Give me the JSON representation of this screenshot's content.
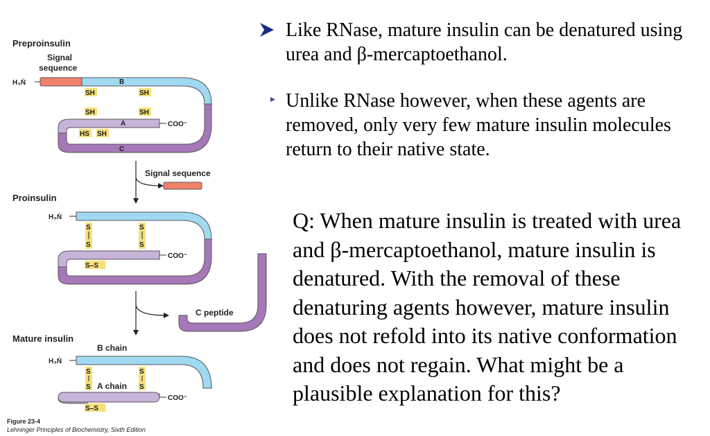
{
  "figure": {
    "preproinsulin_label": "Preproinsulin",
    "signal_label_line1": "Signal",
    "signal_label_line2": "sequence",
    "h3n": "H₃Ṅ",
    "b_label": "B",
    "a_label": "A",
    "c_label": "C",
    "sh": "SH",
    "hs": "HS",
    "coo": "COO⁻",
    "signal_sequence_removed": "Signal sequence",
    "proinsulin_label": "Proinsulin",
    "s": "S",
    "ss": "S–S",
    "c_peptide_label": "C peptide",
    "mature_insulin_label": "Mature insulin",
    "b_chain_label": "B chain",
    "a_chain_label": "A chain",
    "caption_figure": "Figure 23-4",
    "caption_source": "Lehninger Principles of Biochemistry, Sixth Edition",
    "colors": {
      "b_chain": "#9fd9f2",
      "a_chain": "#c8b3d9",
      "c_peptide": "#a678b8",
      "signal": "#f0826a",
      "sulfur_bg": "#f5e07a",
      "outline": "#555555"
    }
  },
  "text": {
    "bullet1": "Like RNase, mature insulin can be denatured using urea and β-mercaptoethanol.",
    "bullet2": "Unlike RNase however, when these agents are removed, only very few mature insulin molecules return to their native state.",
    "question": "Q: When mature insulin is treated with urea and β-mercaptoethanol, mature insulin is denatured. With the removal of these denaturing agents however, mature insulin does not refold into its native conformation and does not regain. What might be a plausible explanation for this?"
  }
}
